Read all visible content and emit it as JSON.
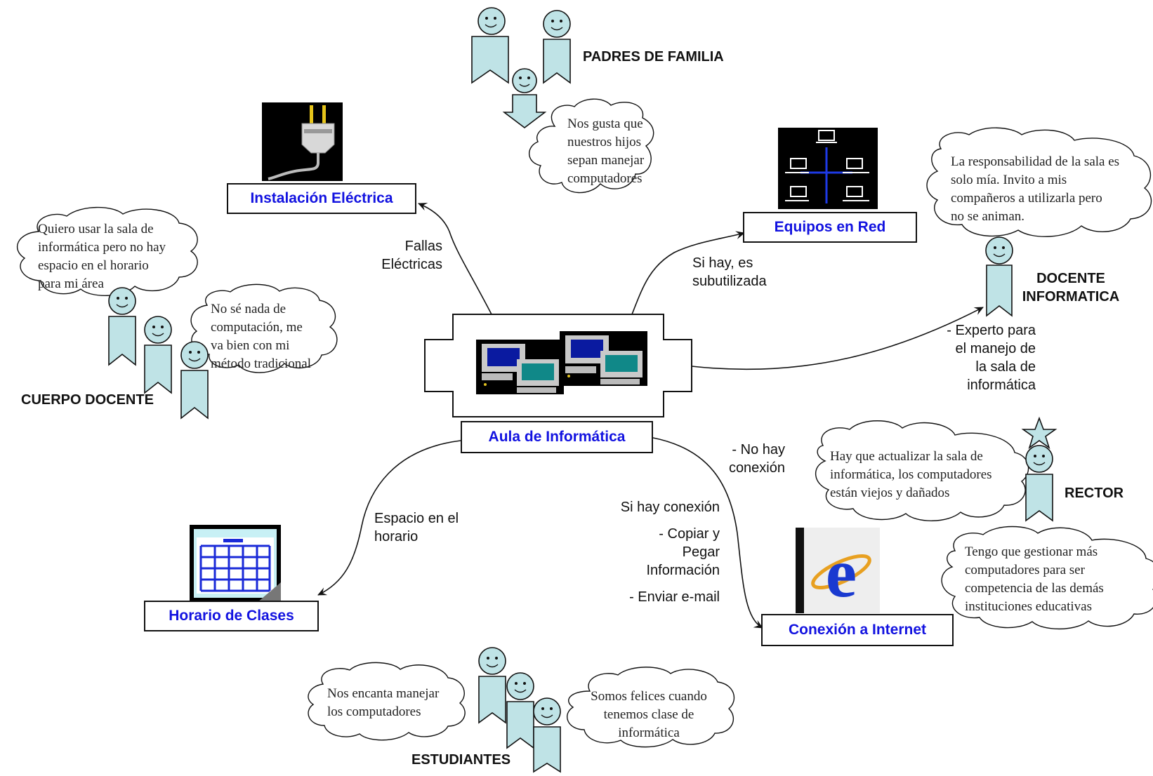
{
  "center_node": "Aula de Informática",
  "nodes": {
    "instalacion": "Instalación Eléctrica",
    "equipos": "Equipos en Red",
    "horario": "Horario de Clases",
    "internet": "Conexión a Internet"
  },
  "edge_labels": {
    "fallas": [
      "Fallas",
      "Eléctricas"
    ],
    "subutilizada": [
      "Si hay, es",
      "subutilizada"
    ],
    "experto": [
      "- Experto para",
      "el manejo de",
      "la sala de",
      "informática"
    ],
    "no_conexion": [
      "- No hay",
      "conexión"
    ],
    "si_conexion": "Si hay conexión",
    "copiar": [
      "- Copiar y",
      "Pegar",
      "Información"
    ],
    "email": "- Enviar e-mail",
    "espacio": [
      "Espacio en el",
      "horario"
    ]
  },
  "groups": {
    "padres": "PADRES DE FAMILIA",
    "docente_info": [
      "DOCENTE",
      "INFORMATICA"
    ],
    "cuerpo": "CUERPO DOCENTE",
    "rector": "RECTOR",
    "estudiantes": "ESTUDIANTES"
  },
  "clouds": {
    "padres": [
      "Nos gusta que",
      "nuestros hijos",
      "sepan manejar",
      "computadores"
    ],
    "docente_info": [
      "La responsabilidad de la sala es",
      "solo mía. Invito a mis",
      "compañeros a utilizarla pero",
      "no se animan."
    ],
    "cuerpo1": [
      "Quiero usar la sala de",
      "informática pero no hay",
      "espacio en el horario",
      "para mi área"
    ],
    "cuerpo2": [
      "No sé nada de",
      "computación, me",
      "va bien con mi",
      "método tradicional"
    ],
    "rector1": [
      "Hay que actualizar la sala de",
      "informática, los computadores",
      "están viejos y dañados"
    ],
    "rector2": [
      "Tengo que gestionar más",
      "computadores para ser",
      "competencia de las demás",
      "instituciones educativas"
    ],
    "estudiantes1": [
      "Nos encanta manejar",
      "los computadores"
    ],
    "estudiantes2": [
      "Somos felices cuando",
      "tenemos clase de",
      "informática"
    ]
  },
  "colors": {
    "node_text": "#1212e0",
    "figure_fill": "#bfe3e6",
    "cloud_fill": "#ffffff",
    "line": "#111111"
  }
}
